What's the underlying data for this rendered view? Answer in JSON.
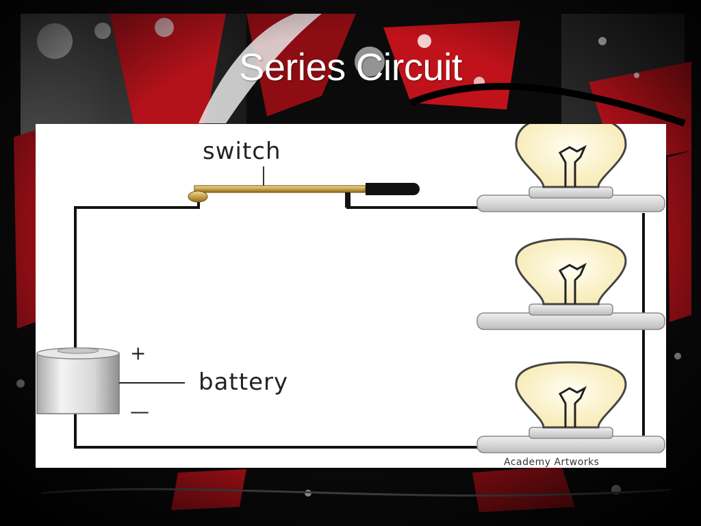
{
  "slide": {
    "title": "Series Circuit"
  },
  "diagram": {
    "switch_label": "switch",
    "battery_label": "battery",
    "positive_sign": "+",
    "negative_sign": "—",
    "credit": "Academy Artworks"
  },
  "colors": {
    "background_red": "#c0121a",
    "wire": "#111111",
    "bulb_glow": "#fbf3c4",
    "switch_brass": "#c9a24a"
  }
}
